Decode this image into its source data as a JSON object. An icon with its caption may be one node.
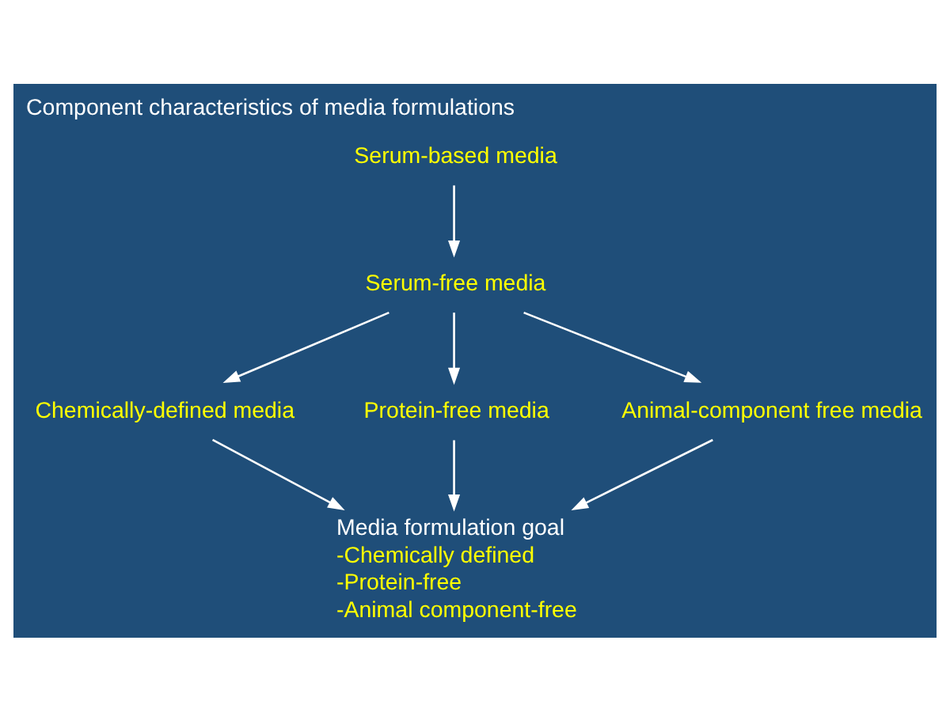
{
  "diagram": {
    "title": "Component characteristics of media formulations",
    "nodes": [
      {
        "text": [
          "Serum-based media"
        ]
      },
      {
        "text": [
          "Serum-free media"
        ]
      },
      {
        "text": [
          "Chemically-defined media"
        ]
      },
      {
        "text": [
          "Protein-free media"
        ]
      },
      {
        "text": [
          "Animal-component free media"
        ]
      },
      {
        "text": [
          "Media formulation goal",
          "-Chemically defined",
          "-Protein-free",
          "-Animal component-free"
        ]
      }
    ],
    "edges": [
      {
        "from": 0,
        "to": 1,
        "arrow": "to"
      },
      {
        "from": 1,
        "to": 2,
        "arrow": "to"
      },
      {
        "from": 1,
        "to": 3,
        "arrow": "to"
      },
      {
        "from": 1,
        "to": 4,
        "arrow": "to"
      },
      {
        "from": 2,
        "to": 5,
        "arrow": "to"
      },
      {
        "from": 3,
        "to": 5,
        "arrow": "to"
      },
      {
        "from": 4,
        "to": 5,
        "arrow": "to"
      }
    ]
  }
}
